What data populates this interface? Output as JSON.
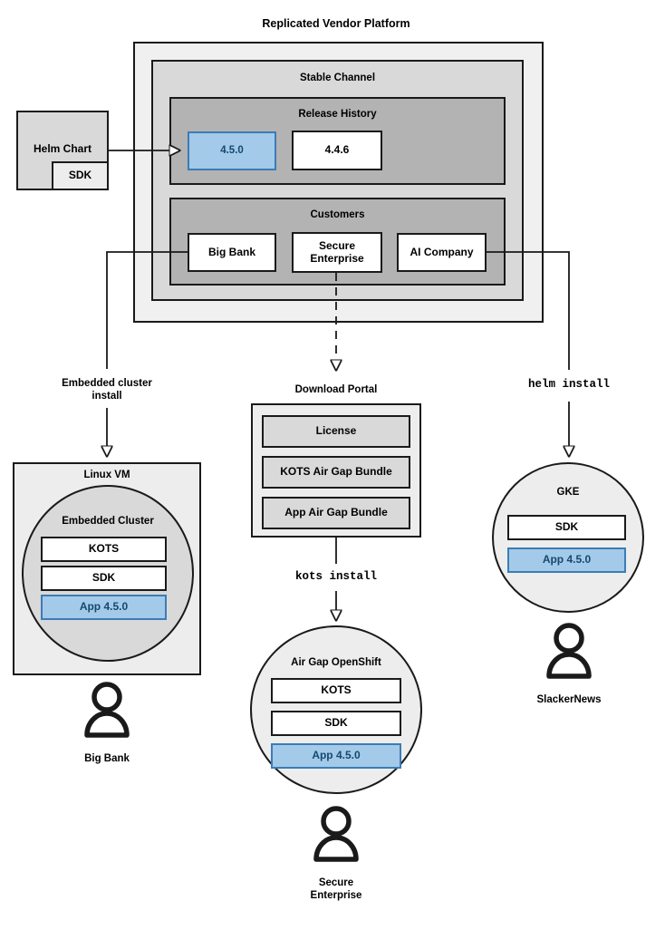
{
  "diagram": {
    "title": "Replicated Vendor Platform",
    "type": "architecture-flow"
  },
  "platform": {
    "title": "Replicated Vendor Platform",
    "channel": {
      "title": "Stable Channel",
      "release_history": {
        "title": "Release History",
        "releases": [
          {
            "version": "4.5.0",
            "highlighted": true
          },
          {
            "version": "4.4.6",
            "highlighted": false
          }
        ]
      },
      "customers": {
        "title": "Customers",
        "items": [
          {
            "name": "Big Bank"
          },
          {
            "name": "Secure\nEnterprise"
          },
          {
            "name": "AI Company"
          }
        ]
      }
    }
  },
  "source": {
    "helm_chart": "Helm Chart",
    "sdk": "SDK"
  },
  "download_portal": {
    "title": "Download Portal",
    "artifacts": [
      "License",
      "KOTS Air Gap Bundle",
      "App Air Gap Bundle"
    ]
  },
  "connectors": {
    "embedded_cluster_install": "Embedded cluster\ninstall",
    "kots_install": "kots install",
    "helm_install": "helm install"
  },
  "targets": {
    "linux_vm": {
      "title": "Linux VM",
      "cluster_title": "Embedded Cluster",
      "components": [
        {
          "label": "KOTS",
          "highlighted": false
        },
        {
          "label": "SDK",
          "highlighted": false
        },
        {
          "label": "App 4.5.0",
          "highlighted": true
        }
      ],
      "actor": "Big Bank"
    },
    "airgap_openshift": {
      "title": "Air Gap OpenShift",
      "components": [
        {
          "label": "KOTS",
          "highlighted": false
        },
        {
          "label": "SDK",
          "highlighted": false
        },
        {
          "label": "App 4.5.0",
          "highlighted": true
        }
      ],
      "actor": "Secure\nEnterprise"
    },
    "gke": {
      "title": "GKE",
      "components": [
        {
          "label": "SDK",
          "highlighted": false
        },
        {
          "label": "App 4.5.0",
          "highlighted": true
        }
      ],
      "actor": "SlackerNews"
    }
  },
  "colors": {
    "stroke": "#1A1A1A",
    "platform_fill": "#F0F0F0",
    "channel_fill": "#D9D9D9",
    "subgroup_fill": "#B3B3B3",
    "highlight_fill": "#A3CAE9",
    "highlight_border": "#3C7CB5",
    "highlight_text": "#16486E",
    "white_fill": "#FFFFFF"
  }
}
